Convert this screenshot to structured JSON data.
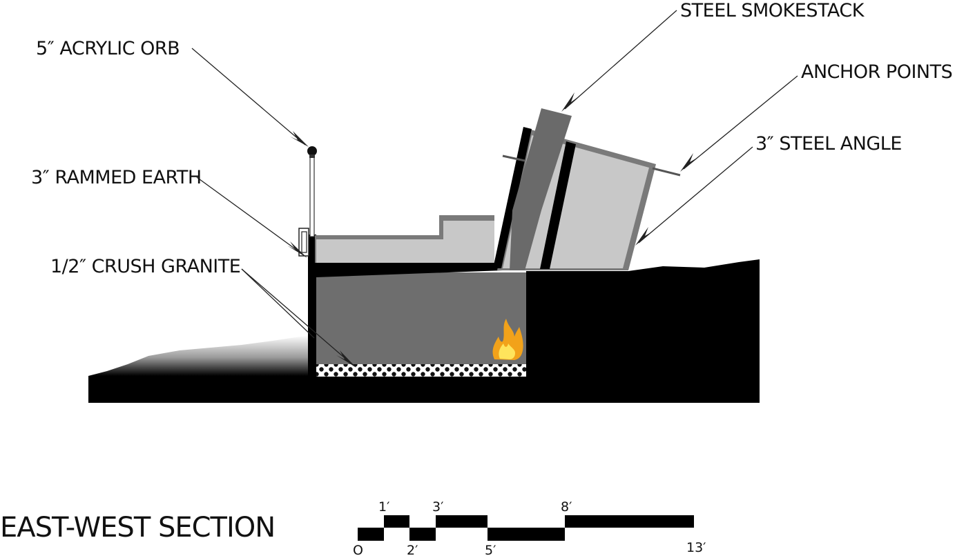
{
  "title": "EAST-WEST SECTION",
  "labels": {
    "acrylic_orb": "5″ ACRYLIC ORB",
    "rammed_earth": "3″ RAMMED EARTH",
    "crush_granite": "1/2″ CRUSH GRANITE",
    "steel_smokestack": "STEEL SMOKESTACK",
    "anchor_points": "ANCHOR POINTS",
    "steel_angle": "3″ STEEL ANGLE"
  },
  "scale_bar": {
    "ticks": [
      "O",
      "1′",
      "2′",
      "3′",
      "5′",
      "8′",
      "13′"
    ],
    "values_ft": [
      0,
      1,
      2,
      3,
      5,
      8,
      13
    ]
  },
  "colors": {
    "ground": "#000000",
    "concrete": "#6e6e6e",
    "fill_light": "#c8c8c8",
    "steel": "#7a7a7a",
    "flame_outer": "#f2a21a",
    "flame_inner": "#ffe45c"
  }
}
